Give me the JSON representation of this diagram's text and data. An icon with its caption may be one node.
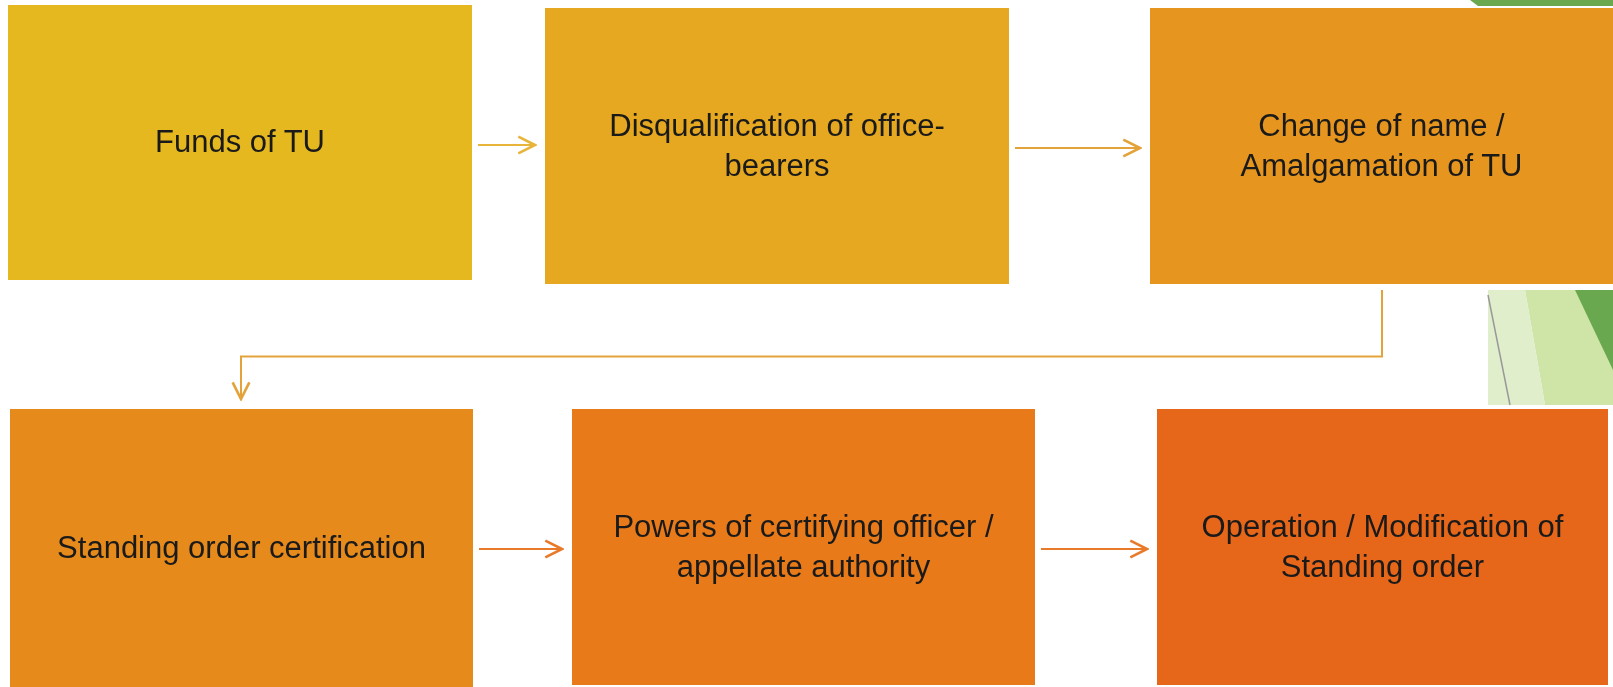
{
  "diagram": {
    "nodes": [
      {
        "text": [
          "Funds of TU"
        ]
      },
      {
        "text": [
          "Disqualification of office-bearers"
        ]
      },
      {
        "text": [
          "Change of name / Amalgamation of TU"
        ]
      },
      {
        "text": [
          "Standing order certification"
        ]
      },
      {
        "text": [
          "Powers of certifying officer / appellate authority"
        ]
      },
      {
        "text": [
          "Operation / Modification of Standing order"
        ]
      }
    ],
    "edges": [
      {
        "from": 0,
        "to": 1,
        "arrow": "to",
        "color": "#e8b43a"
      },
      {
        "from": 1,
        "to": 2,
        "arrow": "to"
      },
      {
        "from": 2,
        "to": 3,
        "arrow": "to"
      },
      {
        "from": 3,
        "to": 4,
        "arrow": "to",
        "color": "#e87a2a"
      },
      {
        "from": 4,
        "to": 5,
        "arrow": "to",
        "color": "#e87a2a"
      }
    ]
  }
}
